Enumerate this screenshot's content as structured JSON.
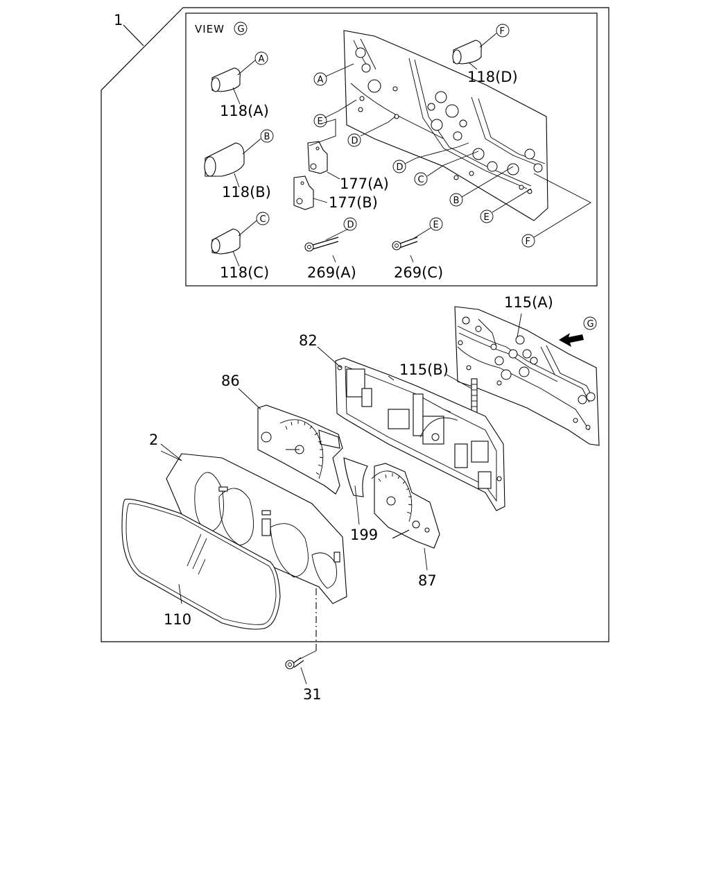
{
  "diagram": {
    "assembly_label": "1",
    "view": {
      "text": "VIEW",
      "marker": "G"
    },
    "labels": {
      "p118a": "118(A)",
      "p118b": "118(B)",
      "p118c": "118(C)",
      "p118d": "118(D)",
      "p177a": "177(A)",
      "p177b": "177(B)",
      "p269a": "269(A)",
      "p269c": "269(C)",
      "p115a": "115(A)",
      "p115b": "115(B)",
      "p82": "82",
      "p86": "86",
      "p2": "2",
      "p199": "199",
      "p87": "87",
      "p110": "110",
      "p31": "31"
    },
    "markers": {
      "a": "A",
      "b": "B",
      "c": "C",
      "d": "D",
      "e": "E",
      "f": "F",
      "g": "G"
    }
  }
}
